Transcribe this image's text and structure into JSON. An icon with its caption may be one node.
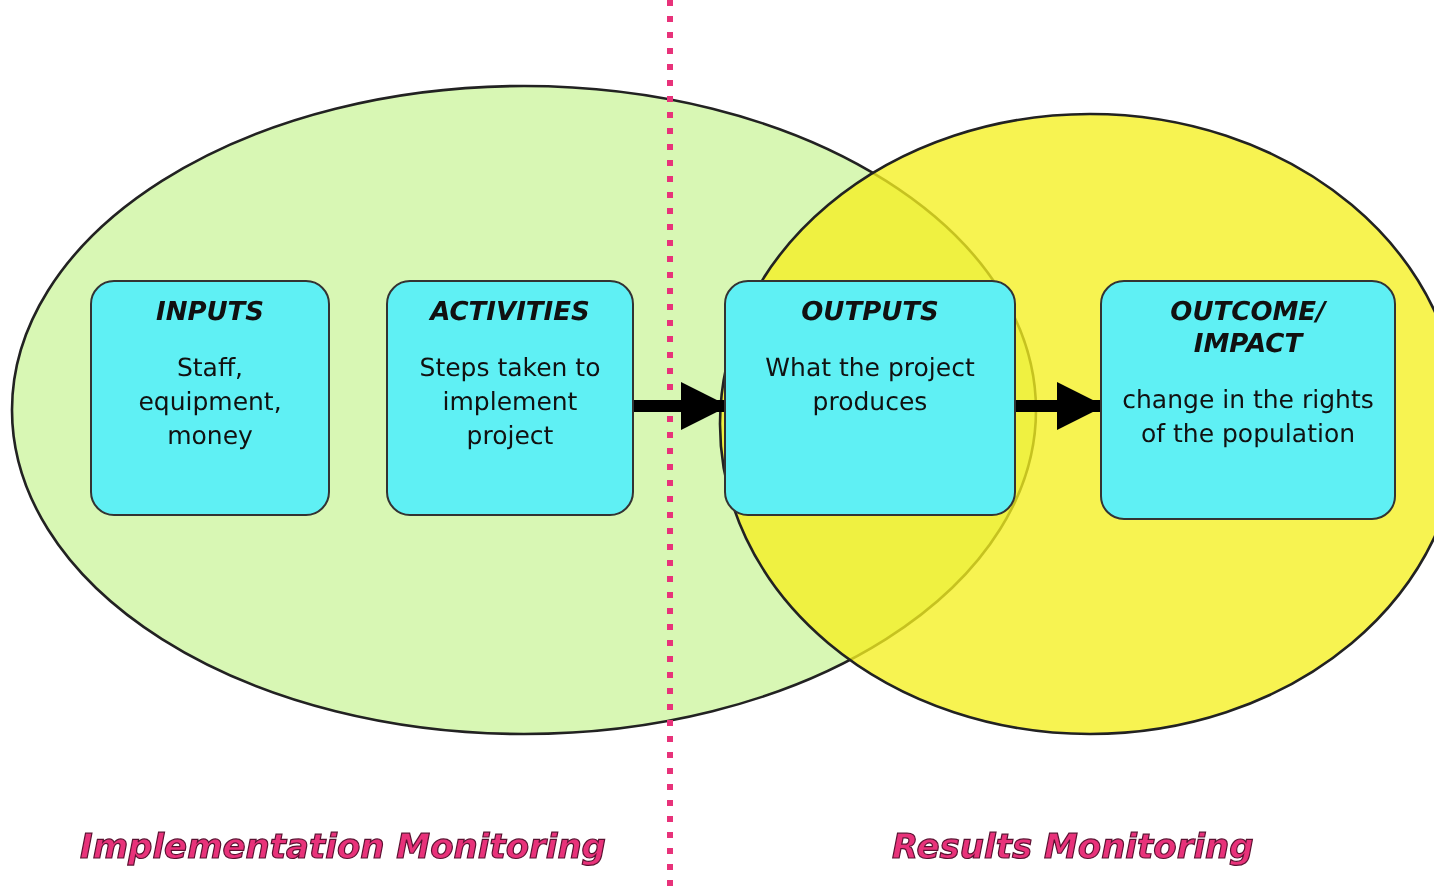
{
  "diagram": {
    "nodes": [
      {
        "text": [
          "INPUTS",
          "Staff, equipment, money"
        ]
      },
      {
        "text": [
          "ACTIVITIES",
          "Steps taken to implement project"
        ]
      },
      {
        "text": [
          "OUTPUTS",
          "What the project produces"
        ]
      },
      {
        "text": [
          "OUTCOME/ IMPACT",
          "change in the rights of the population"
        ]
      }
    ],
    "edges": [
      {
        "from": 1,
        "to": 2,
        "arrow": "to"
      },
      {
        "from": 2,
        "to": 3,
        "arrow": "to"
      }
    ],
    "labels": [
      "Implementation Monitoring",
      "Results Monitoring"
    ]
  }
}
